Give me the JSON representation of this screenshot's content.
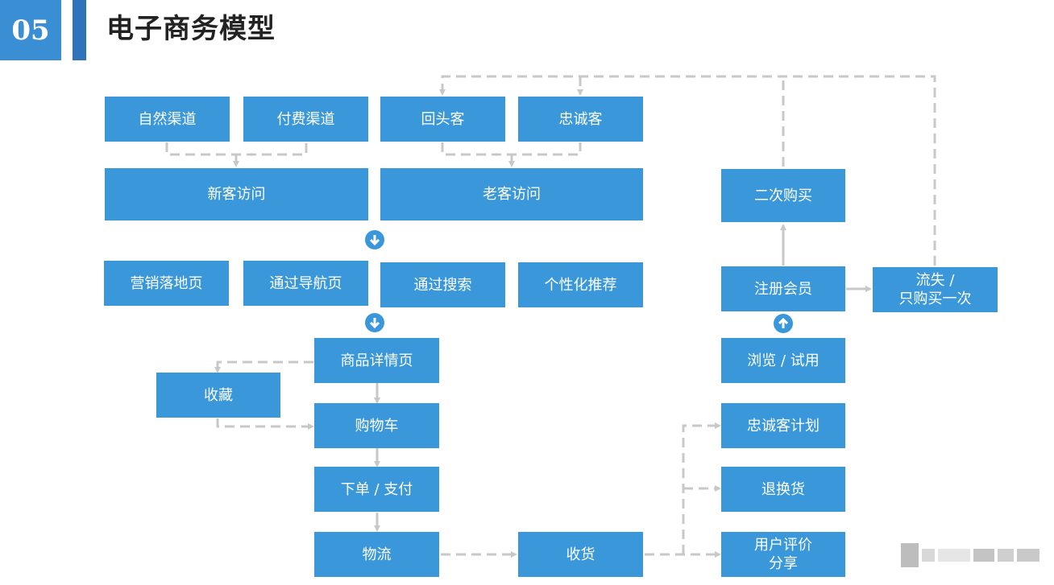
{
  "header": {
    "number": "05",
    "title": "电子商务模型"
  },
  "nodes": {
    "natural": "自然渠道",
    "paid": "付费渠道",
    "returning": "回头客",
    "loyal": "忠诚客",
    "new_visit": "新客访问",
    "old_visit": "老客访问",
    "landing": "营销落地页",
    "nav": "通过导航页",
    "search": "通过搜索",
    "recommend": "个性化推荐",
    "detail": "商品详情页",
    "favorite": "收藏",
    "cart": "购物车",
    "order": "下单 / 支付",
    "logistics": "物流",
    "receive": "收货",
    "loyalty_plan": "忠诚客计划",
    "return": "退换货",
    "review": "用户评价\n分享",
    "browse": "浏览 / 试用",
    "register": "注册会员",
    "second": "二次购买",
    "churn": "流失 /\n只购买一次"
  },
  "colors": {
    "box": "#3a98da",
    "badge": "#3a8fd4",
    "bar": "#2f73b8",
    "connector": "#c8c8c8"
  }
}
